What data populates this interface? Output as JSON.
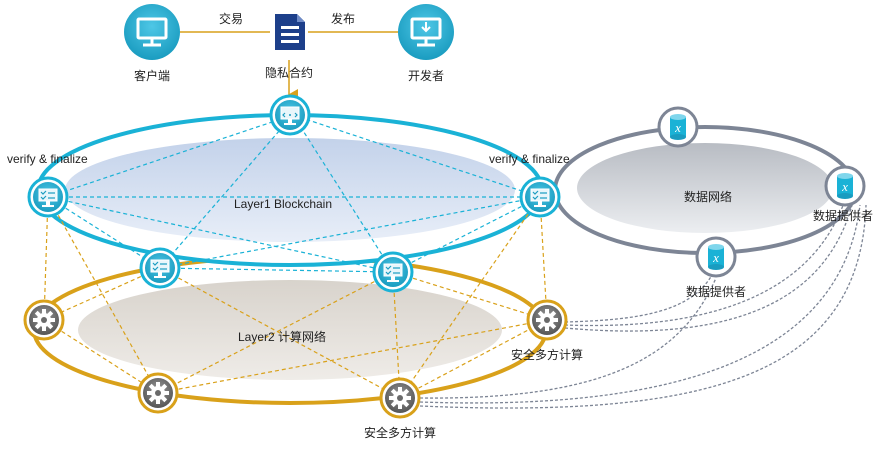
{
  "top": {
    "client_label": "客户端",
    "contract_label": "隐私合约",
    "developer_label": "开发者",
    "edge_trade": "交易",
    "edge_publish": "发布"
  },
  "layer1": {
    "title": "Layer1 Blockchain",
    "left_node_label": "verify & finalize",
    "right_node_label": "verify & finalize"
  },
  "layer2": {
    "title": "Layer2 计算网络",
    "mpc_right_label": "安全多方计算",
    "mpc_bottom_label": "安全多方计算"
  },
  "data_net": {
    "title": "数据网络",
    "provider_right_label": "数据提供者",
    "provider_bottom_label": "数据提供者"
  },
  "colors": {
    "layer1_ring": "#1ab2d6",
    "layer2_ring": "#d9a11a",
    "data_ring": "#7d8595",
    "icon_blue": "#1ab2d6",
    "doc_blue": "#1d3f8a"
  }
}
